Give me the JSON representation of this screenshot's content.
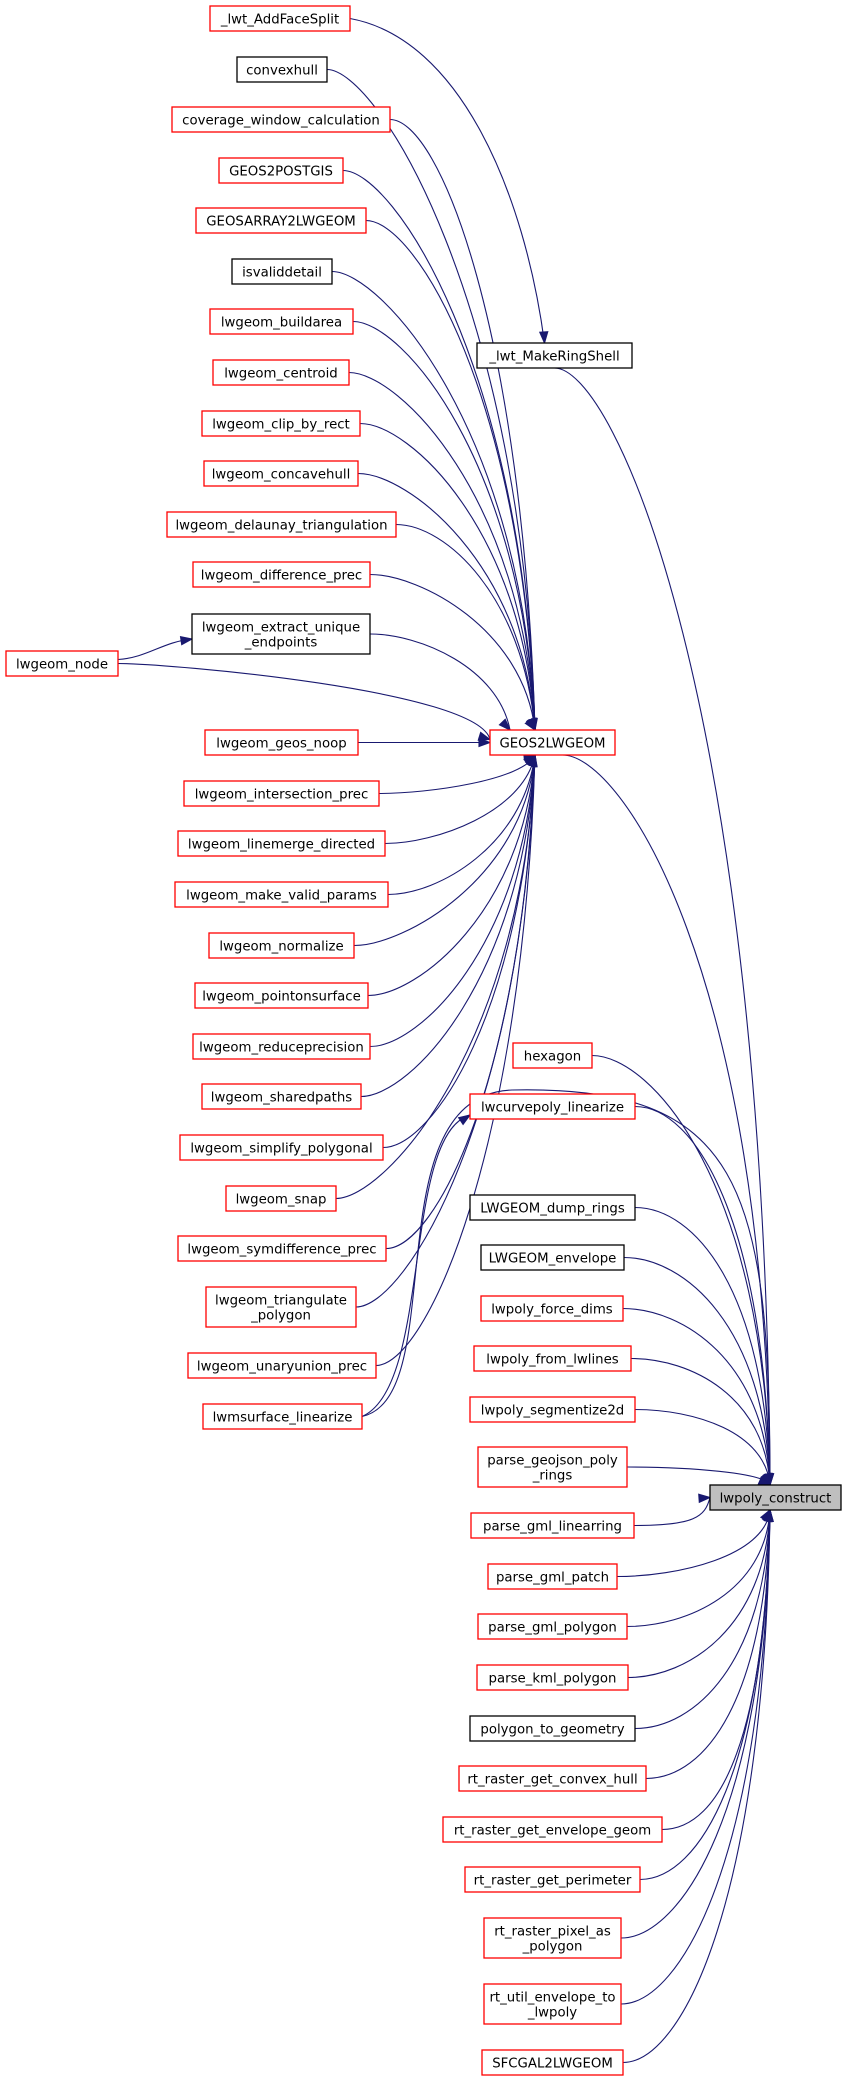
{
  "colors": {
    "edge": "#191970",
    "border_red": "#ff0000",
    "border_black": "#000000",
    "highlight_fill": "#bfbfbf"
  },
  "nodes": [
    {
      "id": "n_addfacesplit",
      "label": [
        "_lwt_AddFaceSplit"
      ],
      "border": "red"
    },
    {
      "id": "n_convexhull",
      "label": [
        "convexhull"
      ],
      "border": "black"
    },
    {
      "id": "n_coverage",
      "label": [
        "coverage_window_calculation"
      ],
      "border": "red"
    },
    {
      "id": "n_geos2postgis",
      "label": [
        "GEOS2POSTGIS"
      ],
      "border": "red"
    },
    {
      "id": "n_geosarray",
      "label": [
        "GEOSARRAY2LWGEOM"
      ],
      "border": "red"
    },
    {
      "id": "n_isvaliddetail",
      "label": [
        "isvaliddetail"
      ],
      "border": "black"
    },
    {
      "id": "n_buildarea",
      "label": [
        "lwgeom_buildarea"
      ],
      "border": "red"
    },
    {
      "id": "n_centroid",
      "label": [
        "lwgeom_centroid"
      ],
      "border": "red"
    },
    {
      "id": "n_clip",
      "label": [
        "lwgeom_clip_by_rect"
      ],
      "border": "red"
    },
    {
      "id": "n_concave",
      "label": [
        "lwgeom_concavehull"
      ],
      "border": "red"
    },
    {
      "id": "n_delaunay",
      "label": [
        "lwgeom_delaunay_triangulation"
      ],
      "border": "red"
    },
    {
      "id": "n_diffprec",
      "label": [
        "lwgeom_difference_prec"
      ],
      "border": "red"
    },
    {
      "id": "n_extract",
      "label": [
        "lwgeom_extract_unique",
        "_endpoints"
      ],
      "border": "black"
    },
    {
      "id": "n_node",
      "label": [
        "lwgeom_node"
      ],
      "border": "red"
    },
    {
      "id": "n_geosnoop",
      "label": [
        "lwgeom_geos_noop"
      ],
      "border": "red"
    },
    {
      "id": "n_intersect",
      "label": [
        "lwgeom_intersection_prec"
      ],
      "border": "red"
    },
    {
      "id": "n_linemerge",
      "label": [
        "lwgeom_linemerge_directed"
      ],
      "border": "red"
    },
    {
      "id": "n_makevalid",
      "label": [
        "lwgeom_make_valid_params"
      ],
      "border": "red"
    },
    {
      "id": "n_normalize",
      "label": [
        "lwgeom_normalize"
      ],
      "border": "red"
    },
    {
      "id": "n_pointon",
      "label": [
        "lwgeom_pointonsurface"
      ],
      "border": "red"
    },
    {
      "id": "n_reduceprec",
      "label": [
        "lwgeom_reduceprecision"
      ],
      "border": "red"
    },
    {
      "id": "n_sharedpaths",
      "label": [
        "lwgeom_sharedpaths"
      ],
      "border": "red"
    },
    {
      "id": "n_simplify",
      "label": [
        "lwgeom_simplify_polygonal"
      ],
      "border": "red"
    },
    {
      "id": "n_snap",
      "label": [
        "lwgeom_snap"
      ],
      "border": "red"
    },
    {
      "id": "n_symdiff",
      "label": [
        "lwgeom_symdifference_prec"
      ],
      "border": "red"
    },
    {
      "id": "n_triangulate",
      "label": [
        "lwgeom_triangulate",
        "_polygon"
      ],
      "border": "red"
    },
    {
      "id": "n_unaryunion",
      "label": [
        "lwgeom_unaryunion_prec"
      ],
      "border": "red"
    },
    {
      "id": "n_msurface",
      "label": [
        "lwmsurface_linearize"
      ],
      "border": "red"
    },
    {
      "id": "n_makeringshell",
      "label": [
        "_lwt_MakeRingShell"
      ],
      "border": "black"
    },
    {
      "id": "n_geos2lwgeom",
      "label": [
        "GEOS2LWGEOM"
      ],
      "border": "red"
    },
    {
      "id": "n_hexagon",
      "label": [
        "hexagon"
      ],
      "border": "red"
    },
    {
      "id": "n_curvepoly",
      "label": [
        "lwcurvepoly_linearize"
      ],
      "border": "red"
    },
    {
      "id": "n_dumprings",
      "label": [
        "LWGEOM_dump_rings"
      ],
      "border": "black"
    },
    {
      "id": "n_envelope",
      "label": [
        "LWGEOM_envelope"
      ],
      "border": "black"
    },
    {
      "id": "n_forcedims",
      "label": [
        "lwpoly_force_dims"
      ],
      "border": "red"
    },
    {
      "id": "n_fromlwlines",
      "label": [
        "lwpoly_from_lwlines"
      ],
      "border": "red"
    },
    {
      "id": "n_segmentize",
      "label": [
        "lwpoly_segmentize2d"
      ],
      "border": "red"
    },
    {
      "id": "n_geojsonpoly",
      "label": [
        "parse_geojson_poly",
        "_rings"
      ],
      "border": "red"
    },
    {
      "id": "n_gmllinear",
      "label": [
        "parse_gml_linearring"
      ],
      "border": "red"
    },
    {
      "id": "n_gmlpatch",
      "label": [
        "parse_gml_patch"
      ],
      "border": "red"
    },
    {
      "id": "n_gmlpolygon",
      "label": [
        "parse_gml_polygon"
      ],
      "border": "red"
    },
    {
      "id": "n_kmlpolygon",
      "label": [
        "parse_kml_polygon"
      ],
      "border": "red"
    },
    {
      "id": "n_polytogeom",
      "label": [
        "polygon_to_geometry"
      ],
      "border": "black"
    },
    {
      "id": "n_rtconvex",
      "label": [
        "rt_raster_get_convex_hull"
      ],
      "border": "red"
    },
    {
      "id": "n_rtenvelope",
      "label": [
        "rt_raster_get_envelope_geom"
      ],
      "border": "red"
    },
    {
      "id": "n_rtperimeter",
      "label": [
        "rt_raster_get_perimeter"
      ],
      "border": "red"
    },
    {
      "id": "n_rtpixel",
      "label": [
        "rt_raster_pixel_as",
        "_polygon"
      ],
      "border": "red"
    },
    {
      "id": "n_rtutil",
      "label": [
        "rt_util_envelope_to",
        "_lwpoly"
      ],
      "border": "red"
    },
    {
      "id": "n_sfcgal",
      "label": [
        "SFCGAL2LWGEOM"
      ],
      "border": "red"
    },
    {
      "id": "n_lwpolyconstruct",
      "label": [
        "lwpoly_construct"
      ],
      "border": "black",
      "highlight": true
    }
  ],
  "edges": [
    [
      "n_addfacesplit",
      "n_makeringshell"
    ],
    [
      "n_convexhull",
      "n_geos2lwgeom"
    ],
    [
      "n_coverage",
      "n_geos2lwgeom"
    ],
    [
      "n_geos2postgis",
      "n_geos2lwgeom"
    ],
    [
      "n_geosarray",
      "n_geos2lwgeom"
    ],
    [
      "n_isvaliddetail",
      "n_geos2lwgeom"
    ],
    [
      "n_buildarea",
      "n_geos2lwgeom"
    ],
    [
      "n_centroid",
      "n_geos2lwgeom"
    ],
    [
      "n_clip",
      "n_geos2lwgeom"
    ],
    [
      "n_concave",
      "n_geos2lwgeom"
    ],
    [
      "n_delaunay",
      "n_geos2lwgeom"
    ],
    [
      "n_diffprec",
      "n_geos2lwgeom"
    ],
    [
      "n_extract",
      "n_geos2lwgeom"
    ],
    [
      "n_node",
      "n_extract"
    ],
    [
      "n_node",
      "n_geos2lwgeom"
    ],
    [
      "n_geosnoop",
      "n_geos2lwgeom"
    ],
    [
      "n_intersect",
      "n_geos2lwgeom"
    ],
    [
      "n_linemerge",
      "n_geos2lwgeom"
    ],
    [
      "n_makevalid",
      "n_geos2lwgeom"
    ],
    [
      "n_normalize",
      "n_geos2lwgeom"
    ],
    [
      "n_pointon",
      "n_geos2lwgeom"
    ],
    [
      "n_reduceprec",
      "n_geos2lwgeom"
    ],
    [
      "n_sharedpaths",
      "n_geos2lwgeom"
    ],
    [
      "n_simplify",
      "n_geos2lwgeom"
    ],
    [
      "n_snap",
      "n_geos2lwgeom"
    ],
    [
      "n_symdiff",
      "n_geos2lwgeom"
    ],
    [
      "n_triangulate",
      "n_geos2lwgeom"
    ],
    [
      "n_unaryunion",
      "n_geos2lwgeom"
    ],
    [
      "n_msurface",
      "n_curvepoly"
    ],
    [
      "n_msurface",
      "n_lwpolyconstruct"
    ],
    [
      "n_makeringshell",
      "n_lwpolyconstruct"
    ],
    [
      "n_geos2lwgeom",
      "n_lwpolyconstruct"
    ],
    [
      "n_hexagon",
      "n_lwpolyconstruct"
    ],
    [
      "n_curvepoly",
      "n_lwpolyconstruct"
    ],
    [
      "n_dumprings",
      "n_lwpolyconstruct"
    ],
    [
      "n_envelope",
      "n_lwpolyconstruct"
    ],
    [
      "n_forcedims",
      "n_lwpolyconstruct"
    ],
    [
      "n_fromlwlines",
      "n_lwpolyconstruct"
    ],
    [
      "n_segmentize",
      "n_lwpolyconstruct"
    ],
    [
      "n_geojsonpoly",
      "n_lwpolyconstruct"
    ],
    [
      "n_gmllinear",
      "n_lwpolyconstruct"
    ],
    [
      "n_gmlpatch",
      "n_lwpolyconstruct"
    ],
    [
      "n_gmlpolygon",
      "n_lwpolyconstruct"
    ],
    [
      "n_kmlpolygon",
      "n_lwpolyconstruct"
    ],
    [
      "n_polytogeom",
      "n_lwpolyconstruct"
    ],
    [
      "n_rtconvex",
      "n_lwpolyconstruct"
    ],
    [
      "n_rtenvelope",
      "n_lwpolyconstruct"
    ],
    [
      "n_rtperimeter",
      "n_lwpolyconstruct"
    ],
    [
      "n_rtpixel",
      "n_lwpolyconstruct"
    ],
    [
      "n_rtutil",
      "n_lwpolyconstruct"
    ],
    [
      "n_sfcgal",
      "n_lwpolyconstruct"
    ]
  ]
}
